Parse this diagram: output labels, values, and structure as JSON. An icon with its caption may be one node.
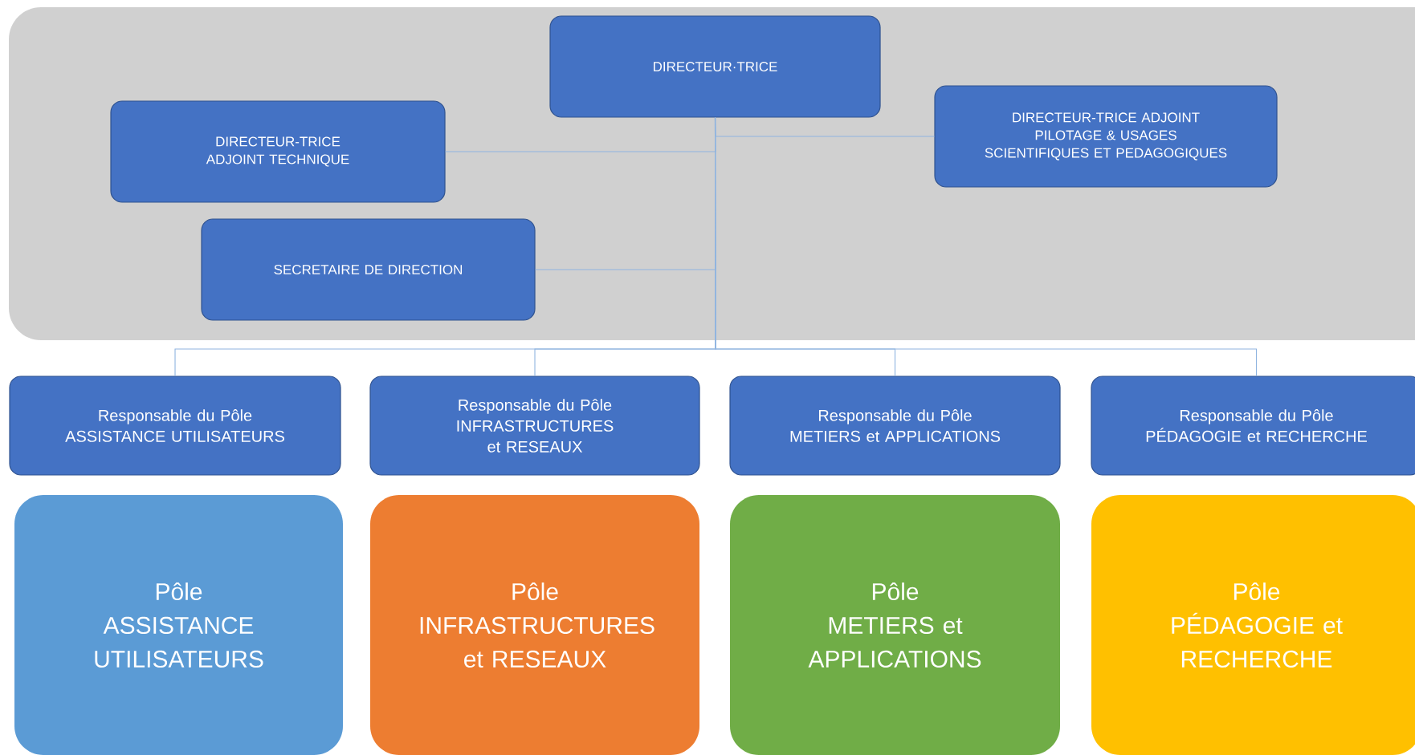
{
  "diagram": {
    "nodes": [
      {
        "text": [
          "DIRECTEUR·TRICE"
        ]
      },
      {
        "text": [
          "DIRECTEUR-TRICE ADJOINT TECHNIQUE"
        ]
      },
      {
        "text": [
          "DIRECTEUR-TRICE ADJOINT",
          "PILOTAGE & USAGES SCIENTIFIQUES ET PEDAGOGIQUES"
        ]
      },
      {
        "text": [
          "SECRETAIRE DE DIRECTION"
        ]
      },
      {
        "text": [
          "Responsable du Pôle",
          "ASSISTANCE UTILISATEURS"
        ]
      },
      {
        "text": [
          "Responsable du Pôle",
          "INFRASTRUCTURES et RESEAUX"
        ]
      },
      {
        "text": [
          "Responsable du Pôle",
          "METIERS et APPLICATIONS"
        ]
      },
      {
        "text": [
          "Responsable du Pôle",
          "PÉDAGOGIE et RECHERCHE"
        ]
      },
      {
        "text": [
          "Pôle",
          "ASSISTANCE UTILISATEURS"
        ]
      },
      {
        "text": [
          "Pôle",
          "INFRASTRUCTURES et RESEAUX"
        ]
      },
      {
        "text": [
          "Pôle",
          "METIERS et APPLICATIONS"
        ]
      },
      {
        "text": [
          "Pôle",
          "PÉDAGOGIE et RECHERCHE"
        ]
      }
    ],
    "edges": [
      {
        "from": 0,
        "to": 1,
        "arrow": "none"
      },
      {
        "from": 0,
        "to": 2,
        "arrow": "none"
      },
      {
        "from": 0,
        "to": 3,
        "arrow": "none"
      },
      {
        "from": 0,
        "to": 4,
        "arrow": "none"
      },
      {
        "from": 0,
        "to": 5,
        "arrow": "none"
      },
      {
        "from": 0,
        "to": 6,
        "arrow": "none"
      },
      {
        "from": 0,
        "to": 7,
        "arrow": "none"
      }
    ]
  }
}
